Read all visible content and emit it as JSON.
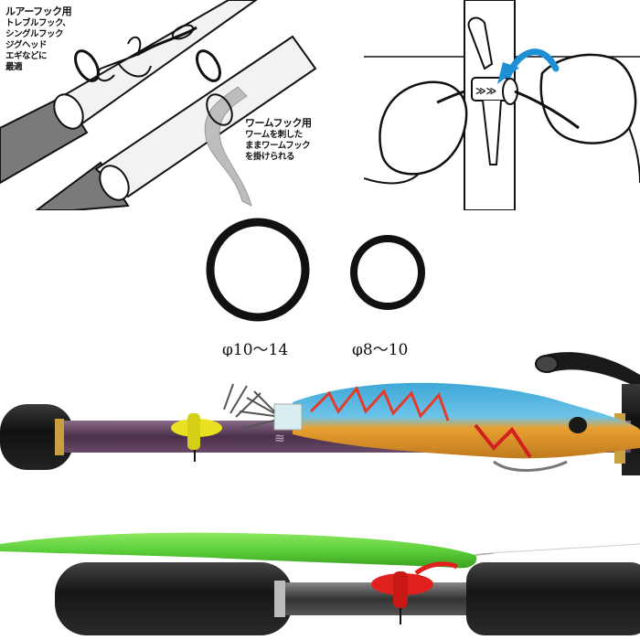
{
  "lure_panel": {
    "heading": "ルアーフック用",
    "lines": [
      "トレブルフック、",
      "シングルフック",
      "ジグヘッド",
      "エギなどに",
      "最適"
    ]
  },
  "worm_panel": {
    "heading": "ワームフック用",
    "lines": [
      "ワームを刺した",
      "ままワームフック",
      "を掛けられる"
    ]
  },
  "rings": [
    {
      "label": "φ10〜14"
    },
    {
      "label": "φ8〜10"
    }
  ],
  "brand_mark": "≫≫",
  "colors": {
    "arrow": "#1e90d6",
    "hook_holder_yellow": "#e8e020",
    "hook_holder_red": "#e0201c",
    "worm_green": "#5ccf3a",
    "grip": "#222222",
    "blank_purple": "#6b4a6a"
  }
}
